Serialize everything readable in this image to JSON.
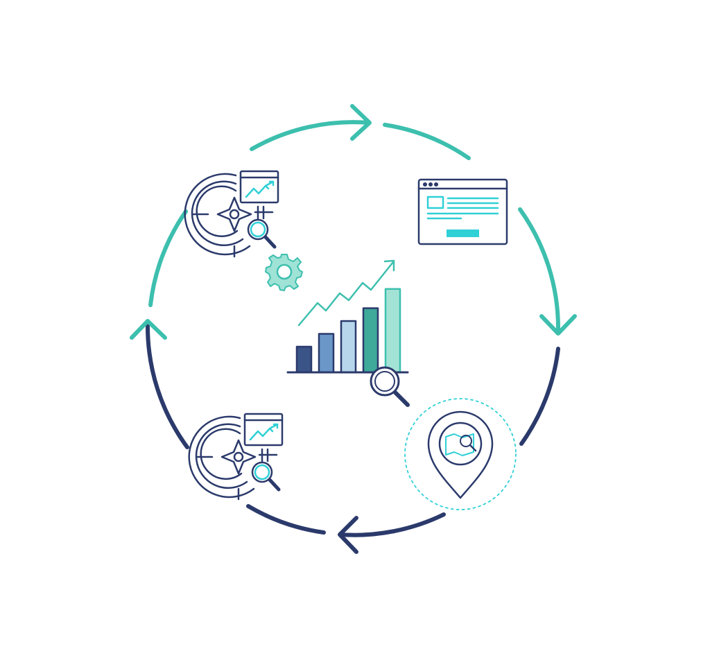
{
  "colors": {
    "teal": "#3dbfae",
    "navy": "#2b3a6b",
    "cyan": "#2fd0d6",
    "mint": "#9fe3d6",
    "bar_colors": [
      "#3a5488",
      "#6b96c8",
      "#b7d6ec",
      "#3fa99a",
      "#a3e3d6"
    ]
  },
  "diagram": {
    "type": "cycle",
    "stages": [
      {
        "icon": "browser-window-icon"
      },
      {
        "icon": "map-location-pin-icon"
      },
      {
        "icon": "compass-analytics-icon"
      },
      {
        "icon": "compass-analytics-gear-icon"
      }
    ],
    "center_icon": "growth-bar-chart-icon",
    "bar_values": [
      2,
      3,
      4,
      5,
      6.5
    ]
  }
}
